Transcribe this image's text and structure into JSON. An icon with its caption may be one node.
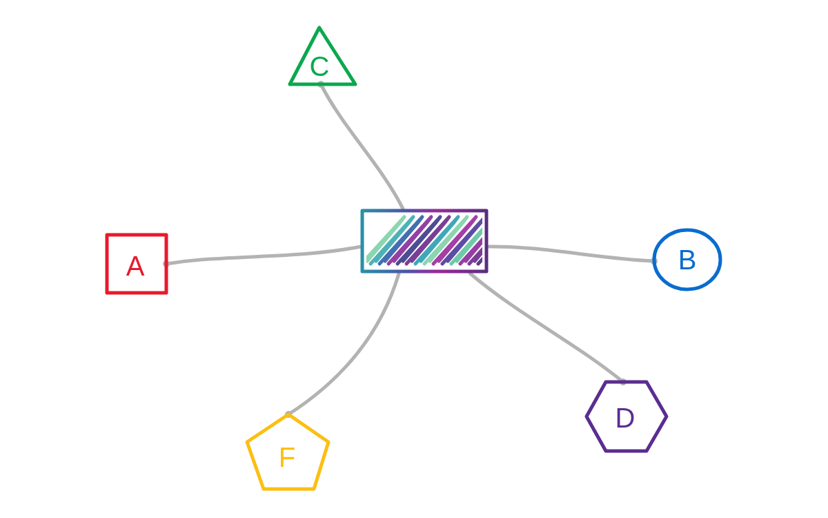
{
  "diagram": {
    "nodes": [
      {
        "text": [
          "C"
        ]
      },
      {
        "text": [
          "A"
        ]
      },
      {
        "text": [],
        "shape": "box"
      },
      {
        "text": [
          "B"
        ]
      },
      {
        "text": [
          "D"
        ]
      },
      {
        "text": [
          "F"
        ]
      }
    ],
    "edges": [
      {
        "from": 2,
        "to": 0,
        "arrow": "other"
      },
      {
        "from": 2,
        "to": 1,
        "arrow": "other"
      },
      {
        "from": 2,
        "to": 3,
        "arrow": "other"
      },
      {
        "from": 2,
        "to": 4,
        "arrow": "other"
      },
      {
        "from": 2,
        "to": 5,
        "arrow": "other"
      }
    ]
  }
}
